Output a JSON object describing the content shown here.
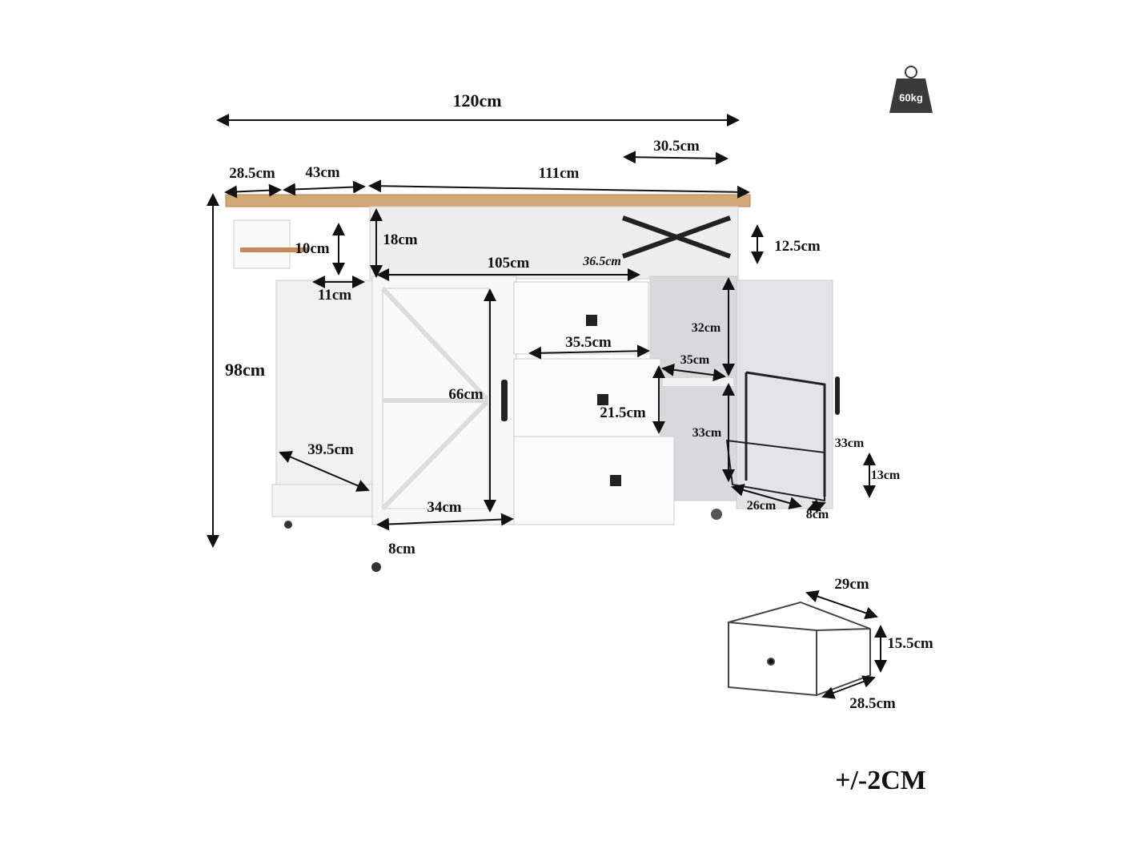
{
  "weight": {
    "label": "60kg"
  },
  "tolerance": "+/-2CM",
  "labels": [
    "120cm",
    "28.5cm",
    "43cm",
    "111cm",
    "30.5cm",
    "18cm",
    "10cm",
    "12.5cm",
    "105cm",
    "36.5cm",
    "11cm",
    "98cm",
    "32cm",
    "35.5cm",
    "35cm",
    "66cm",
    "21.5cm",
    "33cm",
    "33cm",
    "13cm",
    "39.5cm",
    "34cm",
    "26cm",
    "8cm",
    "8cm",
    "29cm",
    "15.5cm",
    "28.5cm"
  ],
  "colors": {
    "top": "#d3a874",
    "cabinet": "#f4f4f4",
    "interior": "#d9d9dc",
    "weight_icon": "#3a3a3a"
  }
}
